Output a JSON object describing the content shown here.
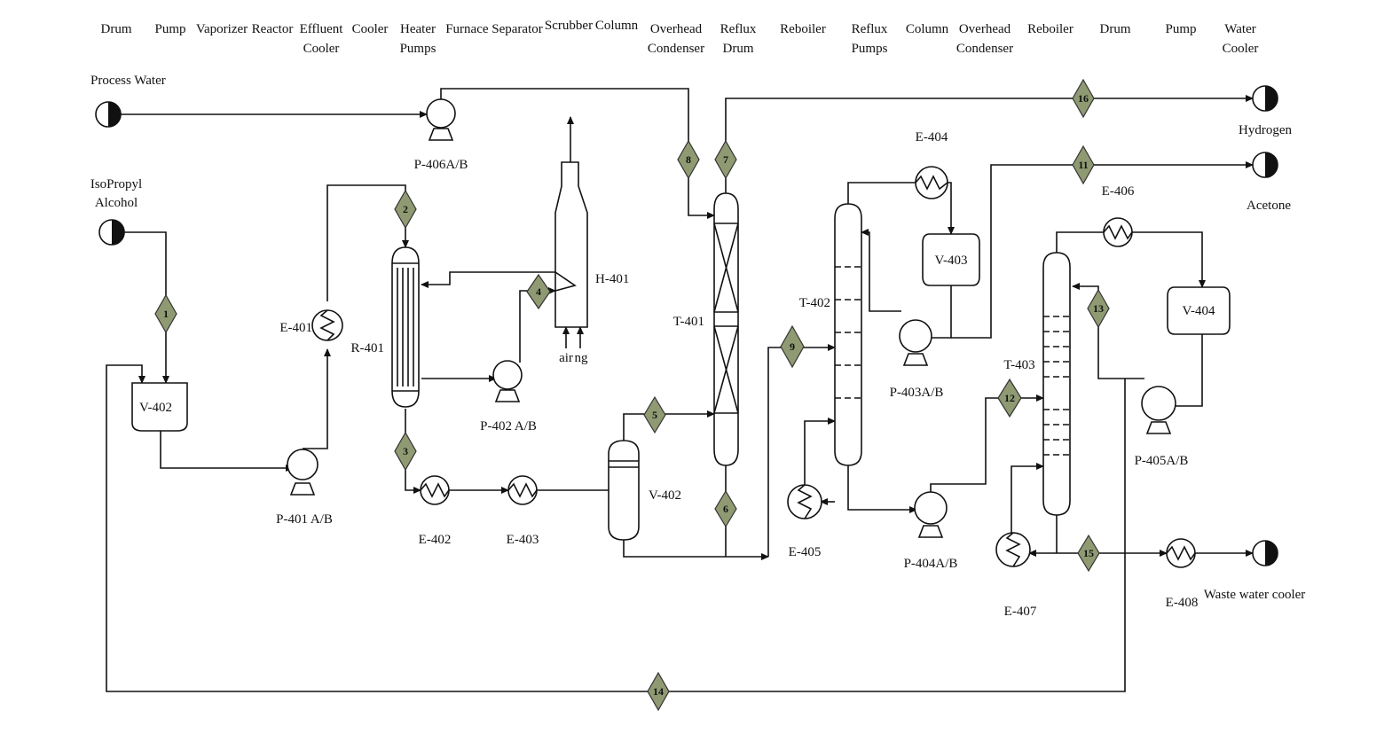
{
  "headers": [
    {
      "lines": [
        "Drum"
      ]
    },
    {
      "lines": [
        "Pump"
      ]
    },
    {
      "lines": [
        "Vaporizer"
      ]
    },
    {
      "lines": [
        "Reactor"
      ]
    },
    {
      "lines": [
        "Effluent",
        "Cooler"
      ]
    },
    {
      "lines": [
        "Cooler"
      ]
    },
    {
      "lines": [
        "Heater",
        "Pumps"
      ]
    },
    {
      "lines": [
        "Furnace Separator"
      ]
    },
    {
      "lines": [
        "Scrubber"
      ]
    },
    {
      "lines": [
        "Column"
      ]
    },
    {
      "lines": [
        "Overhead",
        "Condenser"
      ]
    },
    {
      "lines": [
        "Reflux",
        "Drum"
      ]
    },
    {
      "lines": [
        "Reboiler"
      ]
    },
    {
      "lines": [
        "Reflux",
        "Pumps"
      ]
    },
    {
      "lines": [
        "Column"
      ]
    },
    {
      "lines": [
        "Overhead",
        "Condenser"
      ]
    },
    {
      "lines": [
        "Reboiler"
      ]
    },
    {
      "lines": [
        "Drum"
      ]
    },
    {
      "lines": [
        "Pump"
      ]
    },
    {
      "lines": [
        "Water",
        "Cooler"
      ]
    }
  ],
  "terminals": {
    "process_water": "Process Water",
    "isopropyl_line1": "IsoPropyl",
    "isopropyl_line2": "Alcohol",
    "hydrogen": "Hydrogen",
    "acetone": "Acetone",
    "waste_water": "Waste water cooler"
  },
  "equipment": {
    "v402_drum": "V-402",
    "p401": "P-401 A/B",
    "e401": "E-401",
    "r401": "R-401",
    "p402": "P-402 A/B",
    "h401": "H-401",
    "air": "air",
    "ng": "ng",
    "e402": "E-402",
    "e403": "E-403",
    "v402_sep": "V-402",
    "p406": "P-406A/B",
    "t401": "T-401",
    "t402": "T-402",
    "e404": "E-404",
    "v403": "V-403",
    "p403": "P-403A/B",
    "e405": "E-405",
    "p404": "P-404A/B",
    "t403": "T-403",
    "e406": "E-406",
    "v404": "V-404",
    "p405": "P-405A/B",
    "e407": "E-407",
    "e408": "E-408"
  },
  "streams": [
    "1",
    "2",
    "3",
    "4",
    "5",
    "6",
    "7",
    "8",
    "9",
    "11",
    "12",
    "13",
    "14",
    "15",
    "16"
  ]
}
